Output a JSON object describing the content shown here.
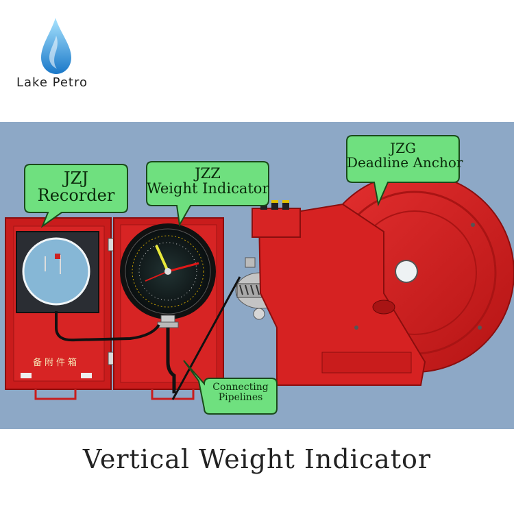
{
  "brand": {
    "name": "Lake Petro",
    "logo_icon": "water-drop-icon",
    "colors": {
      "drop_light": "#7fd0f5",
      "drop_dark": "#1a78c8"
    }
  },
  "callouts": {
    "recorder": {
      "line1": "JZJ",
      "line2": "Recorder"
    },
    "weight_indicator": {
      "line1": "JZZ",
      "line2": "Weight  Indicator"
    },
    "deadline_anchor": {
      "line1": "JZG",
      "line2": "Deadline Anchor"
    },
    "pipelines": {
      "line1": "Connecting",
      "line2": "Pipelines"
    }
  },
  "box_label": "备附件箱",
  "caption": "Vertical  Weight  Indicator",
  "colors": {
    "background": "#8da8c6",
    "equipment_red": "#d81e1e",
    "callout_green": "#6fe07f",
    "callout_border": "#1a4a1a"
  }
}
